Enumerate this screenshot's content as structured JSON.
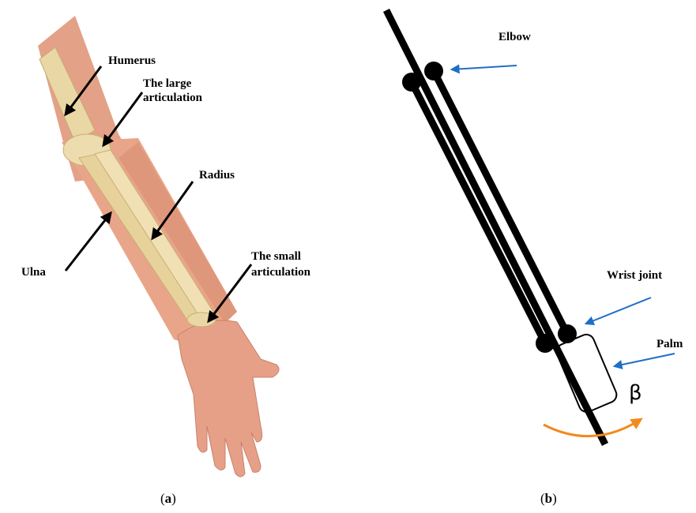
{
  "panel_a": {
    "caption_letter": "a",
    "labels": {
      "humerus": "Humerus",
      "large_articulation_line1": "The large",
      "large_articulation_line2": "articulation",
      "radius": "Radius",
      "ulna": "Ulna",
      "small_articulation_line1": "The small",
      "small_articulation_line2": "articulation"
    }
  },
  "panel_b": {
    "caption_letter": "b",
    "labels": {
      "elbow": "Elbow",
      "wrist_joint": "Wrist joint",
      "palm": "Palm",
      "beta": "β"
    }
  },
  "colors": {
    "skin": "#e9a589",
    "skin_shadow": "#c97e63",
    "bone": "#ead7a6",
    "bone_shadow": "#c9ae74",
    "blue_arrow": "#1f6fc5",
    "orange_arrow": "#f28a1e"
  }
}
